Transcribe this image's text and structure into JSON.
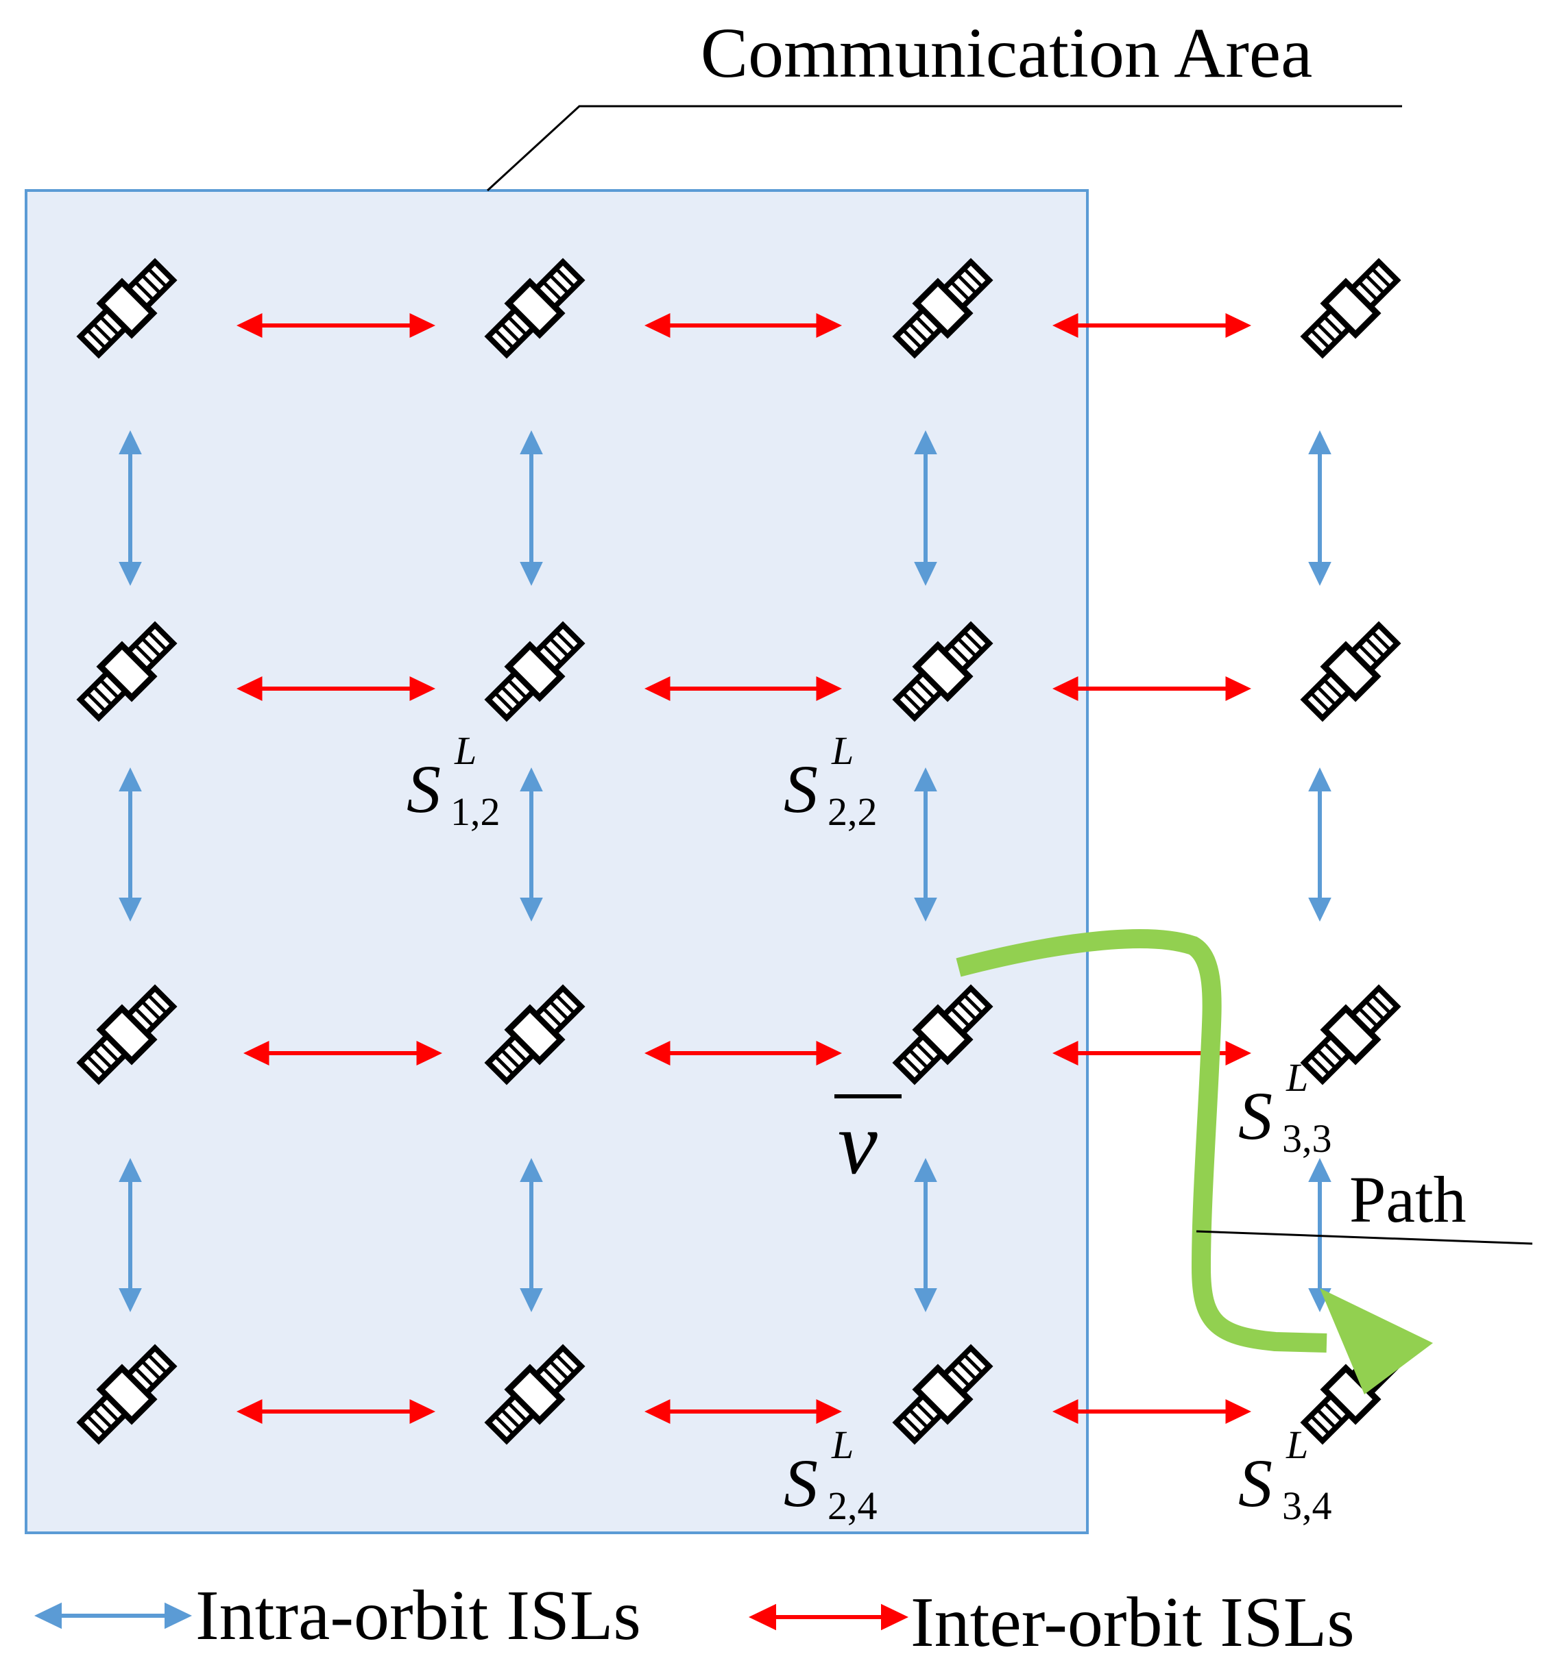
{
  "title": "Communication Area",
  "path_label": "Path",
  "velocity_symbol": "v",
  "legend": {
    "intra": "Intra-orbit ISLs",
    "inter": "Inter-orbit ISLs"
  },
  "satellite_labels": [
    {
      "base": "S",
      "sup": "L",
      "sub": "1,2"
    },
    {
      "base": "S",
      "sup": "L",
      "sub": "2,2"
    },
    {
      "base": "S",
      "sup": "L",
      "sub": "3,3"
    },
    {
      "base": "S",
      "sup": "L",
      "sub": "2,4"
    },
    {
      "base": "S",
      "sup": "L",
      "sub": "3,4"
    }
  ],
  "colors": {
    "area_fill": "#e6edf8",
    "area_stroke": "#5b9bd5",
    "intra_link": "#5b9bd5",
    "inter_link": "#ff0000",
    "path": "#92d050"
  },
  "icons": {
    "satellite": "satellite-icon"
  }
}
